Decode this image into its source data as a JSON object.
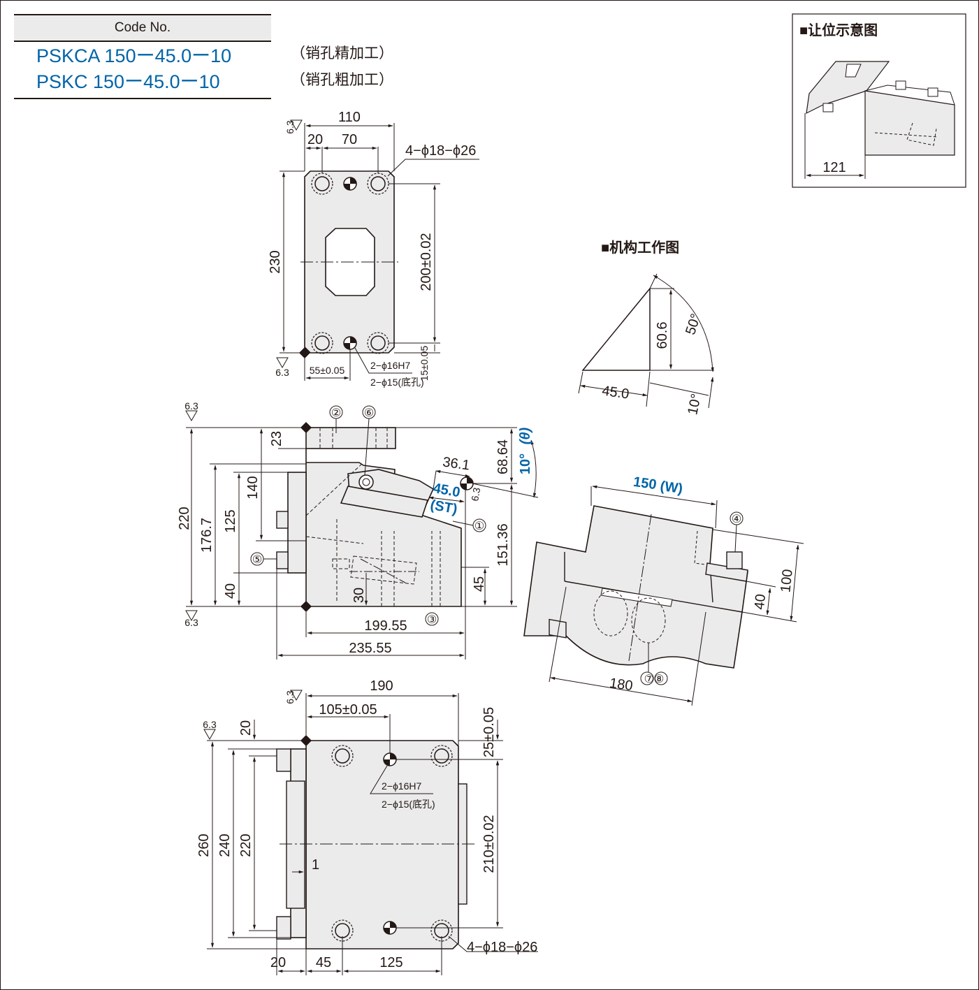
{
  "code_table": {
    "header": "Code No.",
    "rows": [
      {
        "code": "PSKCA 150ー45.0ー10",
        "note": "（销孔精加工）"
      },
      {
        "code": "PSKC 150ー45.0ー10",
        "note": "（销孔粗加工）"
      }
    ]
  },
  "inset_clearance": {
    "title": "■让位示意图",
    "dim": "121"
  },
  "inset_mechanism": {
    "title": "■机构工作图",
    "dim_vertical": "60.6",
    "dim_horizontal": "45.0",
    "angle_main": "50°",
    "angle_small": "10°"
  },
  "top_view": {
    "d110": "110",
    "d20": "20",
    "d70": "70",
    "holes": "4−ϕ18−ϕ26",
    "d230": "230",
    "d200": "200±0.02",
    "d55": "55±0.05",
    "d15": "15±0.05",
    "pin1": "2−ϕ16H7",
    "pin2": "2−ϕ15(底孔)",
    "roughness": "6.3"
  },
  "side_view": {
    "d23": "23",
    "d140": "140",
    "d125": "125",
    "d1767": "176.7",
    "d220": "220",
    "d40": "40",
    "d30": "30",
    "d6864": "68.64",
    "angle_label": "10°",
    "theta": "(θ)",
    "d361": "36.1",
    "stroke": "45.0",
    "stroke_label": "(ST)",
    "d15136": "151.36",
    "d45": "45",
    "d19955": "199.55",
    "d23555": "235.55",
    "roughness": "6.3",
    "markers": [
      "②",
      "⑥",
      "①",
      "⑤",
      "③"
    ]
  },
  "iso_view": {
    "width": "150",
    "width_label": "(W)",
    "d100": "100",
    "d40": "40",
    "d180": "180",
    "markers": [
      "④",
      "⑦⑧"
    ]
  },
  "bottom_view": {
    "d190": "190",
    "d105": "105±0.05",
    "d25": "25±0.05",
    "d20top": "20",
    "d260": "260",
    "d240": "240",
    "d220": "220",
    "d1": "1",
    "d210": "210±0.02",
    "d20": "20",
    "d45": "45",
    "d125": "125",
    "pin1": "2−ϕ16H7",
    "pin2": "2−ϕ15(底孔)",
    "holes": "4−ϕ18−ϕ26",
    "roughness": "6.3"
  }
}
